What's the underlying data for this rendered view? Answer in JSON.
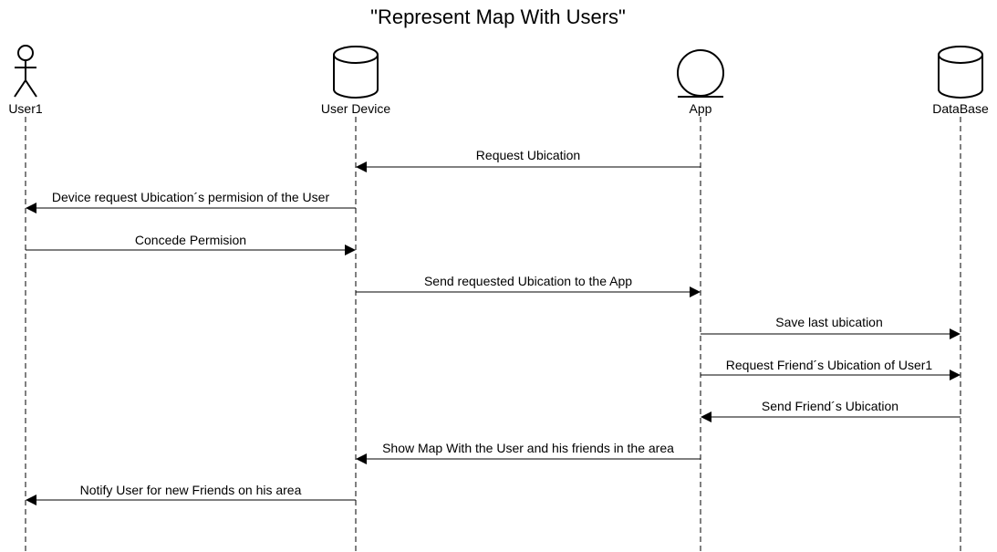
{
  "title": "\"Represent Map With Users\"",
  "participants": [
    {
      "id": "user1",
      "label": "User1",
      "shape": "actor-icon"
    },
    {
      "id": "device",
      "label": "User Device",
      "shape": "database-icon"
    },
    {
      "id": "app",
      "label": "App",
      "shape": "entity-icon"
    },
    {
      "id": "db",
      "label": "DataBase",
      "shape": "database-icon"
    }
  ],
  "messages": [
    {
      "from": "app",
      "to": "device",
      "label": "Request Ubication"
    },
    {
      "from": "device",
      "to": "user1",
      "label": "Device request Ubication´s permision of the User"
    },
    {
      "from": "user1",
      "to": "device",
      "label": "Concede Permision"
    },
    {
      "from": "device",
      "to": "app",
      "label": "Send requested Ubication to the App"
    },
    {
      "from": "app",
      "to": "db",
      "label": "Save last ubication"
    },
    {
      "from": "app",
      "to": "db",
      "label": "Request Friend´s Ubication of User1"
    },
    {
      "from": "db",
      "to": "app",
      "label": "Send Friend´s Ubication"
    },
    {
      "from": "app",
      "to": "device",
      "label": "Show Map With the User and his friends in the area"
    },
    {
      "from": "device",
      "to": "user1",
      "label": "Notify User for new Friends on his area"
    }
  ]
}
